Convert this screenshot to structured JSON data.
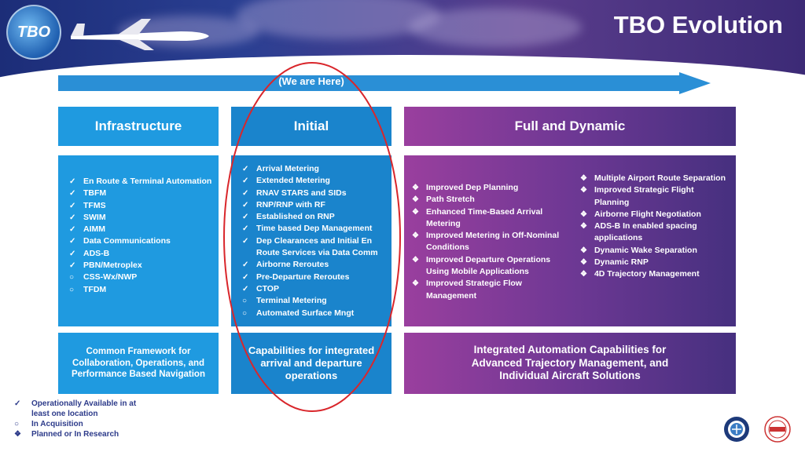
{
  "header": {
    "logo_text": "TBO",
    "title": "TBO Evolution"
  },
  "arrow": {
    "label": "(We are Here)"
  },
  "columns": [
    {
      "title": "Infrastructure",
      "items": [
        {
          "marker": "✓",
          "text": "En Route & Terminal Automation"
        },
        {
          "marker": "✓",
          "text": "TBFM"
        },
        {
          "marker": "✓",
          "text": "TFMS"
        },
        {
          "marker": "✓",
          "text": "SWIM"
        },
        {
          "marker": "✓",
          "text": "AIMM"
        },
        {
          "marker": "✓",
          "text": "Data Communications"
        },
        {
          "marker": "✓",
          "text": "ADS-B"
        },
        {
          "marker": "✓",
          "text": "PBN/Metroplex"
        },
        {
          "marker": "○",
          "text": "CSS-Wx/NWP"
        },
        {
          "marker": "○",
          "text": "TFDM"
        }
      ],
      "footer": "Common Framework for Collaboration, Operations, and Performance Based Navigation"
    },
    {
      "title": "Initial",
      "items": [
        {
          "marker": "✓",
          "text": "Arrival Metering"
        },
        {
          "marker": "✓",
          "text": "Extended Metering"
        },
        {
          "marker": "✓",
          "text": "RNAV STARS and SIDs"
        },
        {
          "marker": "✓",
          "text": "RNP/RNP with RF"
        },
        {
          "marker": "✓",
          "text": "Established on RNP"
        },
        {
          "marker": "✓",
          "text": "Time based Dep Management"
        },
        {
          "marker": "✓",
          "text": "Dep Clearances and Initial En Route Services via Data Comm"
        },
        {
          "marker": "✓",
          "text": "Airborne Reroutes"
        },
        {
          "marker": "✓",
          "text": "Pre-Departure Reroutes"
        },
        {
          "marker": "✓",
          "text": "CTOP"
        },
        {
          "marker": "○",
          "text": "Terminal Metering"
        },
        {
          "marker": "○",
          "text": "Automated Surface Mngt"
        }
      ],
      "footer": "Capabilities for integrated arrival and departure operations"
    },
    {
      "title": "Full and Dynamic",
      "items_left": [
        {
          "marker": "❖",
          "text": "Improved Dep Planning"
        },
        {
          "marker": "❖",
          "text": "Path Stretch"
        },
        {
          "marker": "❖",
          "text": "Enhanced Time-Based Arrival Metering"
        },
        {
          "marker": "❖",
          "text": "Improved Metering in Off-Nominal Conditions"
        },
        {
          "marker": "❖",
          "text": "Improved Departure Operations Using Mobile Applications"
        },
        {
          "marker": "❖",
          "text": "Improved Strategic Flow Management"
        }
      ],
      "items_right": [
        {
          "marker": "❖",
          "text": "Multiple Airport Route Separation"
        },
        {
          "marker": "❖",
          "text": "Improved Strategic Flight Planning"
        },
        {
          "marker": "❖",
          "text": "Airborne Flight Negotiation"
        },
        {
          "marker": "❖",
          "text": "ADS-B In enabled spacing applications"
        },
        {
          "marker": "❖",
          "text": "Dynamic Wake Separation"
        },
        {
          "marker": "❖",
          "text": "Dynamic RNP"
        },
        {
          "marker": "❖",
          "text": "4D Trajectory Management"
        }
      ],
      "footer": "Integrated Automation Capabilities for Advanced Trajectory Management, and Individual Aircraft Solutions"
    }
  ],
  "legend": [
    {
      "marker": "✓",
      "text": "Operationally Available in at least one location"
    },
    {
      "marker": "○",
      "text": "In Acquisition"
    },
    {
      "marker": "❖",
      "text": "Planned or In Research"
    }
  ],
  "colors": {
    "infrastructure": "#1f9ae0",
    "initial": "#1a84cc",
    "full_dynamic_start": "#9a3f9e",
    "full_dynamic_end": "#46307f",
    "highlight_ellipse": "#d9262b",
    "arrow": "#2a8fd6"
  },
  "icons": [
    "tbo-globe-logo",
    "airplane-icon",
    "faa-seal-icon",
    "natca-seal-icon"
  ]
}
